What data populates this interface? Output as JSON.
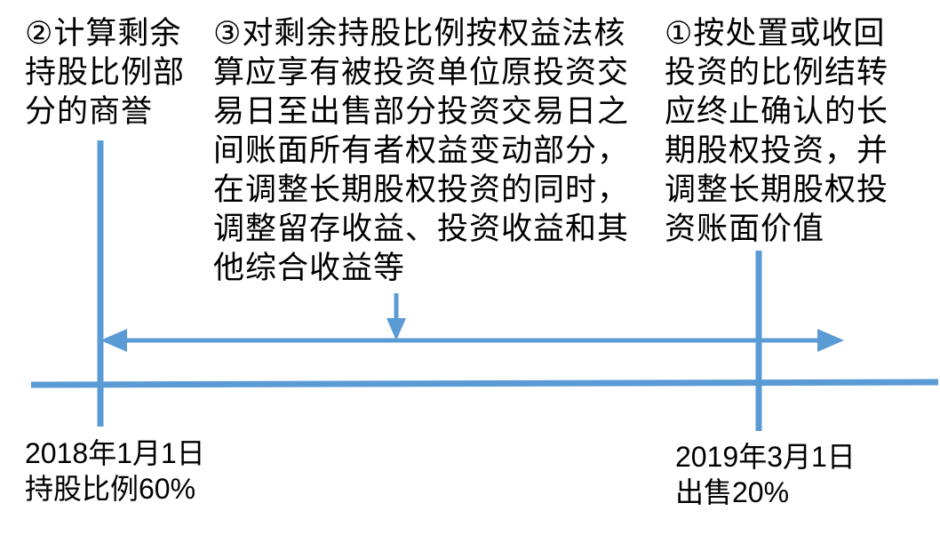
{
  "colors": {
    "line": "#5B9BD5",
    "text": "#000000"
  },
  "annotation_left": {
    "lines": [
      "②计算剩余",
      "持股比例部",
      "分的商誉"
    ]
  },
  "annotation_middle": {
    "lines": [
      "③对剩余持股比例按权益法核",
      "算应享有被投资单位原投资交",
      "易日至出售部分投资交易日之",
      "间账面所有者权益变动部分，",
      "在调整长期股权投资的同时，",
      "调整留存收益、投资收益和其",
      "他综合收益等"
    ]
  },
  "annotation_right": {
    "lines": [
      "①按处置或收回",
      "投资的比例结转",
      "应终止确认的长",
      "期股权投资，并",
      "调整长期股权投",
      "资账面价值"
    ]
  },
  "date_left": {
    "lines": [
      "2018年1月1日",
      "持股比例60%"
    ]
  },
  "date_right": {
    "lines": [
      "2019年3月1日",
      "出售20%"
    ]
  }
}
